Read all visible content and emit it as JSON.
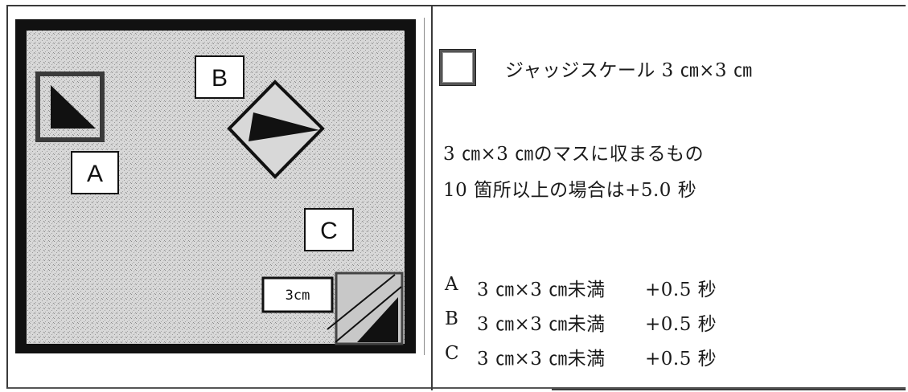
{
  "diagram": {
    "label_a": "A",
    "label_b": "B",
    "label_c": "C",
    "scale_label": "3cm"
  },
  "legend": {
    "judge_scale": "ジャッジスケール 3 ㎝×3 ㎝"
  },
  "rule": {
    "line1": "3 ㎝×3 ㎝のマスに収まるもの",
    "line2": "10 箇所以上の場合は+5.0 秒"
  },
  "items": [
    {
      "letter": "A",
      "size": "3 ㎝×3 ㎝未満",
      "penalty": "+0.5 秒"
    },
    {
      "letter": "B",
      "size": "3 ㎝×3 ㎝未満",
      "penalty": "+0.5 秒"
    },
    {
      "letter": "C",
      "size": "3 ㎝×3 ㎝未満",
      "penalty": "+0.5 秒"
    }
  ]
}
